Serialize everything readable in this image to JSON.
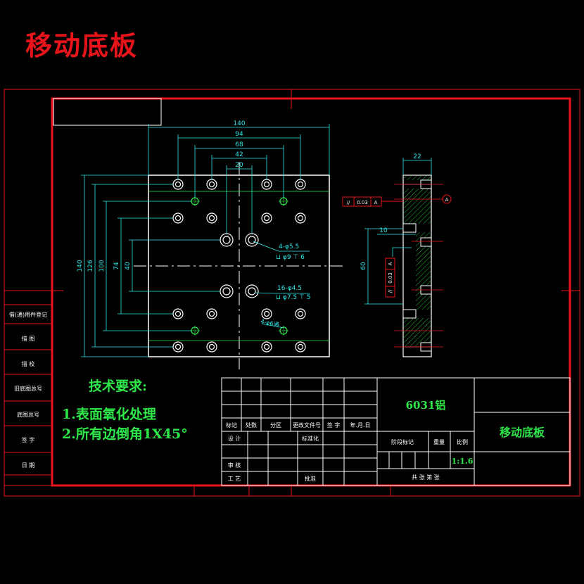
{
  "title": "移动底板",
  "side_panel": [
    "借(通)用件登记",
    "描 图",
    "描 校",
    "旧底图总号",
    "底图总号",
    "签 字",
    "日 期"
  ],
  "dims": {
    "w140": "140",
    "w94": "94",
    "w68": "68",
    "w42": "42",
    "w20": "20",
    "h140": "140",
    "h126": "126",
    "h100": "100",
    "h74": "74",
    "h40": "40",
    "w22": "22",
    "h60": "60",
    "h10": "10",
    "hole1": "4-φ5.5",
    "hole1b": "⊔ φ9 ⊤ 6",
    "hole2": "16-φ4.5",
    "hole2b": "⊔ φ7.5 ⊤ 5",
    "hole3": "4-φ6通",
    "tol1_sym": "//",
    "tol1_val": "0.03",
    "tol1_ref": "A",
    "tol2_sym": "//",
    "tol2_val": "0.03",
    "tol2_ref": "A",
    "datum": "A"
  },
  "tech": {
    "title": "技术要求:",
    "notes": [
      "1.表面氧化处理",
      "2.所有边倒角1X45°"
    ]
  },
  "title_block": {
    "material": "6031铝",
    "part_name": "移动底板",
    "scale": "1:1.6",
    "row_labels": [
      "标记",
      "处数",
      "分区",
      "更改文件号",
      "签 字",
      "年.月.日"
    ],
    "left_labels": [
      "设 计",
      "审 核",
      "工 艺"
    ],
    "standardize": "标准化",
    "approve": "批准",
    "stage": "阶段标记",
    "weight": "重量",
    "ratio": "比例",
    "sheets": "共  张  第  张"
  },
  "colors": {
    "frame": "#e8141b",
    "drawing": "#ffffff",
    "dimension": "#2ee8e8",
    "text": "#2ee84a"
  }
}
